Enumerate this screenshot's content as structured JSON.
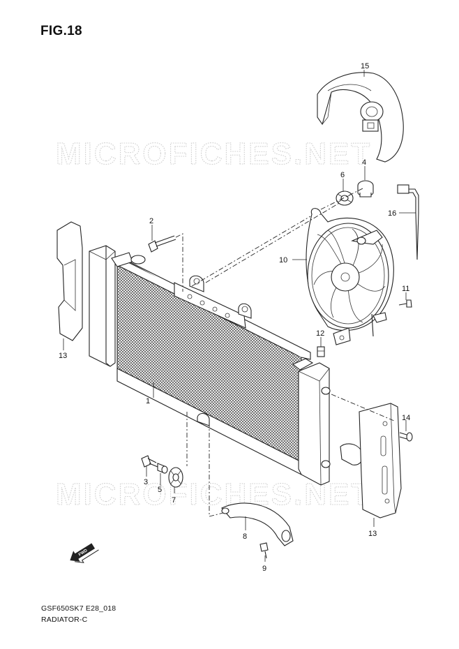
{
  "figure_title": "FIG.18",
  "watermark_text": "MICROFICHES.NET",
  "model_code": "GSF650SK7 E28_018",
  "section_name": "RADIATOR-C",
  "fwd_label": "FWD",
  "callouts": {
    "c1": "1",
    "c2": "2",
    "c3": "3",
    "c4": "4",
    "c5": "5",
    "c6": "6",
    "c7": "7",
    "c8": "8",
    "c9": "9",
    "c10": "10",
    "c11": "11",
    "c12": "12",
    "c13a": "13",
    "c13b": "13",
    "c14": "14",
    "c15": "15",
    "c16": "16"
  },
  "colors": {
    "line": "#222222",
    "watermark": "#cfcfcf",
    "background": "#ffffff"
  }
}
